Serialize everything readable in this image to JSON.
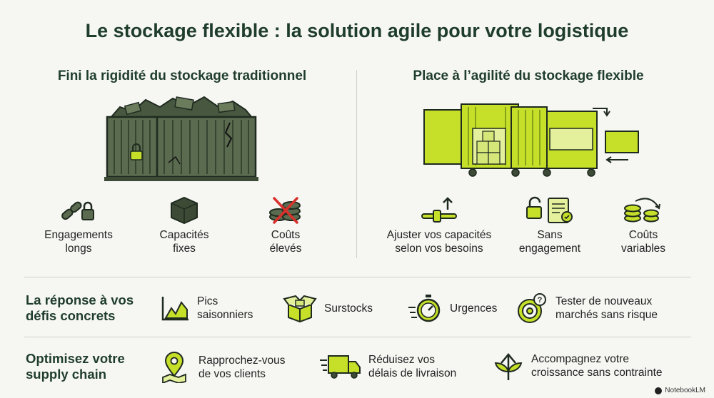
{
  "title": "Le stockage flexible : la solution agile pour votre logistique",
  "left": {
    "title": "Fini la rigidité du stockage traditionnel",
    "features": [
      {
        "icon": "chain-lock-icon",
        "line1": "Engagements",
        "line2": "longs"
      },
      {
        "icon": "cube-icon",
        "line1": "Capacités",
        "line2": "fixes"
      },
      {
        "icon": "crossed-coins-icon",
        "line1": "Coûts",
        "line2": "élevés"
      }
    ]
  },
  "right": {
    "title": "Place à l’agilité du stockage flexible",
    "features": [
      {
        "icon": "slider-adjust-icon",
        "line1": "Ajuster vos capacités",
        "line2": "selon vos besoins"
      },
      {
        "icon": "unlock-document-icon",
        "line1": "Sans",
        "line2": "engagement"
      },
      {
        "icon": "coins-arrow-icon",
        "line1": "Coûts",
        "line2": "variables"
      }
    ]
  },
  "challenges": {
    "label_line1": "La réponse à vos",
    "label_line2": "défis concrets",
    "items": [
      {
        "icon": "seasonal-chart-icon",
        "line1": "Pics",
        "line2": "saisonniers"
      },
      {
        "icon": "open-box-icon",
        "line1": "Surstocks",
        "line2": ""
      },
      {
        "icon": "stopwatch-icon",
        "line1": "Urgences",
        "line2": ""
      },
      {
        "icon": "target-question-icon",
        "line1": "Tester de nouveaux",
        "line2": "marchés sans risque"
      }
    ]
  },
  "supply": {
    "label_line1": "Optimisez votre",
    "label_line2": "supply chain",
    "items": [
      {
        "icon": "map-pin-icon",
        "line1": "Rapprochez-vous",
        "line2": "de vos clients"
      },
      {
        "icon": "fast-truck-icon",
        "line1": "Réduisez vos",
        "line2": "délais de livraison"
      },
      {
        "icon": "growth-arrow-icon",
        "line1": "Accompagnez votre",
        "line2": "croissance sans contrainte"
      }
    ]
  },
  "brand": "NotebookLM",
  "colors": {
    "dark_green": "#1f3d2b",
    "lime": "#c6e02a",
    "container_green": "#5a6b4f",
    "red": "#d9312b"
  }
}
